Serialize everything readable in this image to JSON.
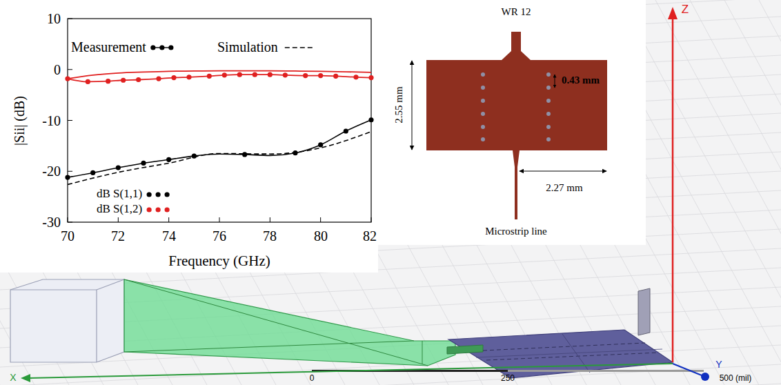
{
  "diagram": {
    "labels": [
      "10",
      "0",
      "-10",
      "-20",
      "-30",
      "|Sii| (dB)",
      "70",
      "72",
      "74",
      "76",
      "78",
      "80",
      "82",
      "Frequency (GHz)",
      "WR 12",
      "2.55 mm",
      "0.43 mm",
      "2.27 mm",
      "Microstrip line",
      "Z",
      "Y",
      "X",
      "0",
      "250",
      "500 (mil)"
    ],
    "legend": [
      {
        "text": "Measurement"
      },
      {
        "text": "Simulation"
      },
      {
        "text": "dB S(1,1)"
      },
      {
        "text": "dB S(1,2)"
      }
    ]
  }
}
